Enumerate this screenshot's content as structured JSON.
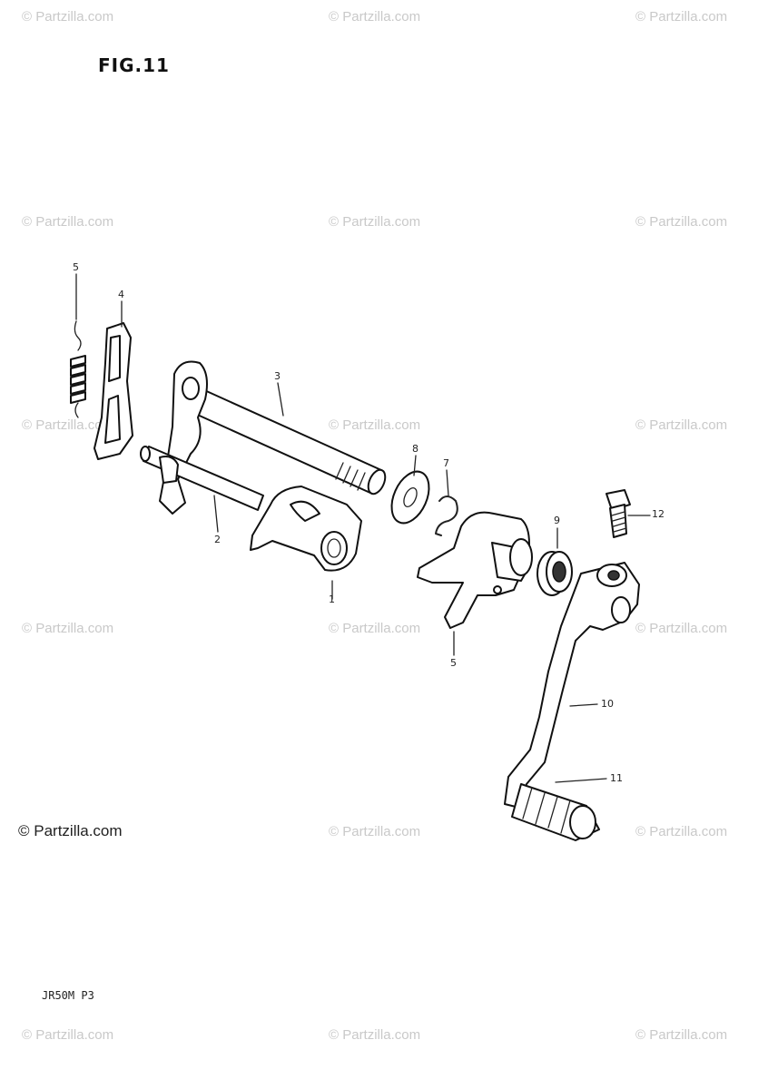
{
  "figure": {
    "title": "FIG.11",
    "model_code": "JR50M P3",
    "copyright": "© Partzilla.com",
    "watermark_text": "© Partzilla.com"
  },
  "callouts": [
    {
      "id": "c5a",
      "label": "5"
    },
    {
      "id": "c4",
      "label": "4"
    },
    {
      "id": "c3",
      "label": "3"
    },
    {
      "id": "c8",
      "label": "8"
    },
    {
      "id": "c7",
      "label": "7"
    },
    {
      "id": "c2",
      "label": "2"
    },
    {
      "id": "c1",
      "label": "1"
    },
    {
      "id": "c9",
      "label": "9"
    },
    {
      "id": "c12",
      "label": "12"
    },
    {
      "id": "c5b",
      "label": "5"
    },
    {
      "id": "c10",
      "label": "10"
    },
    {
      "id": "c11",
      "label": "11"
    }
  ],
  "parts": [
    "spring",
    "plate",
    "gear-shift-shaft",
    "washer",
    "clip",
    "shift-rod",
    "shift-cam",
    "oil-seal",
    "bolt",
    "shift-arm",
    "gear-shift-lever",
    "lever-rubber"
  ]
}
